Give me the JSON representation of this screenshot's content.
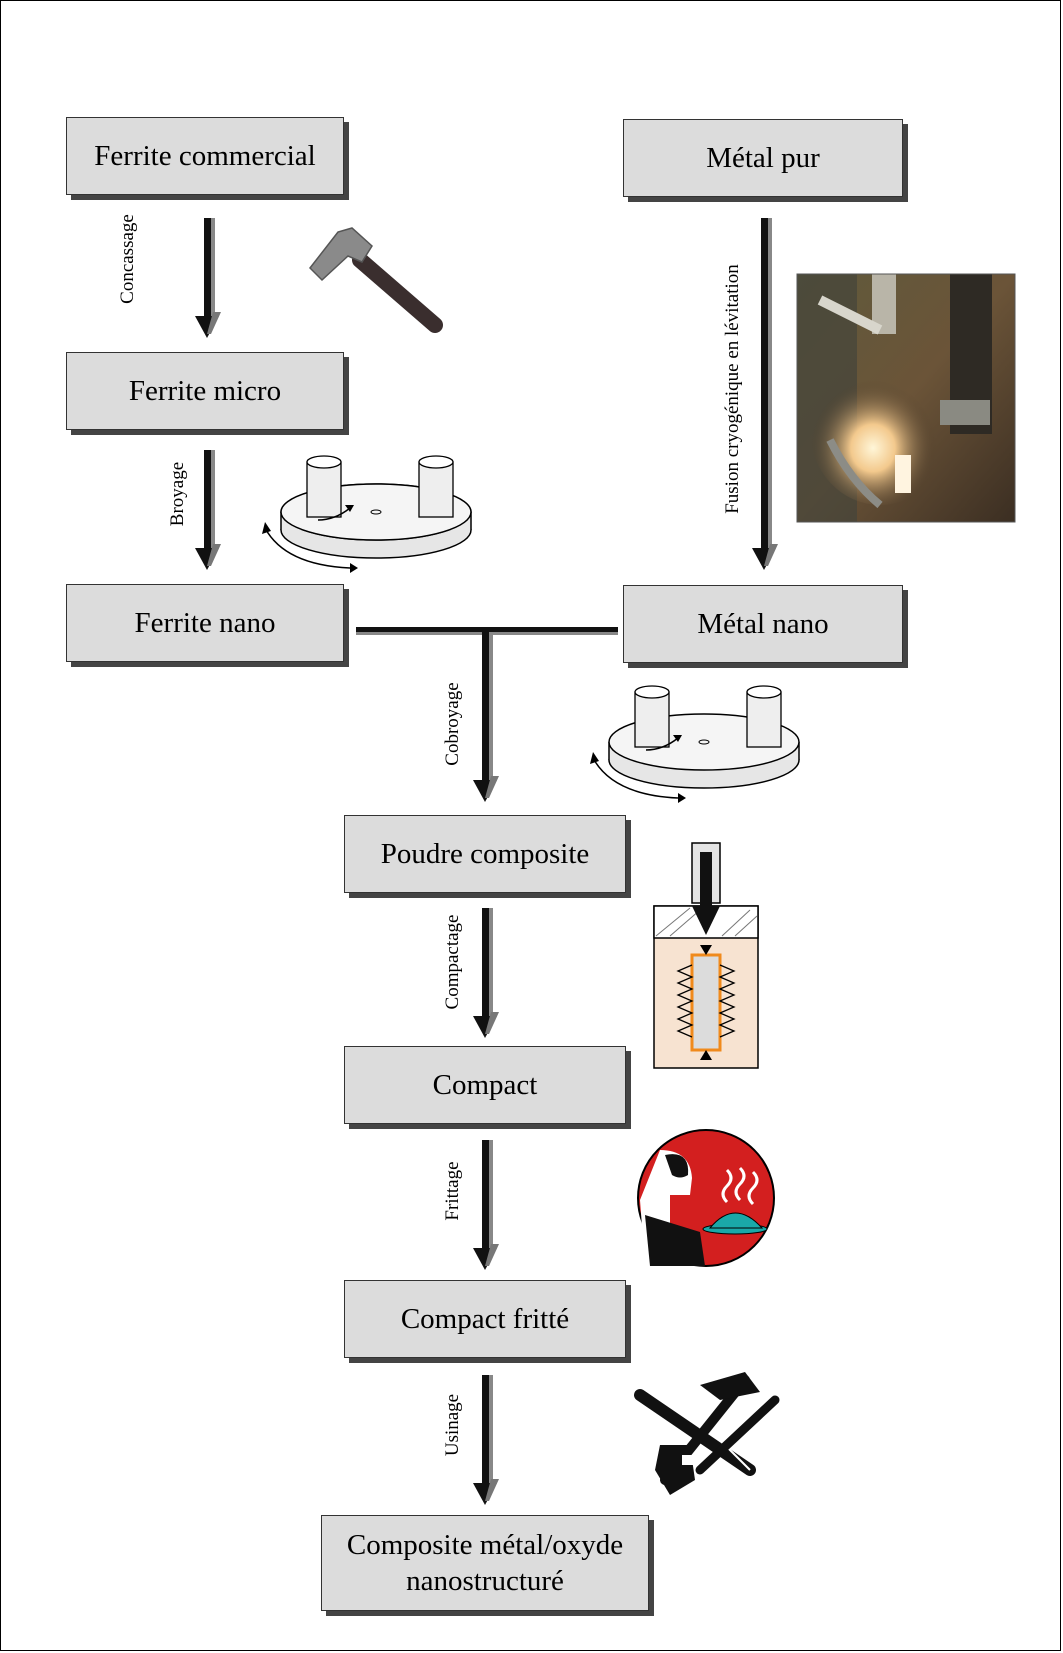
{
  "boxes": {
    "ferrite_commercial": "Ferrite commercial",
    "metal_pur": "Métal pur",
    "ferrite_micro": "Ferrite micro",
    "ferrite_nano": "Ferrite nano",
    "metal_nano": "Métal nano",
    "poudre_composite": "Poudre composite",
    "compact": "Compact",
    "compact_fritte": "Compact fritté",
    "composite_line1": "Composite métal/oxyde",
    "composite_line2": "nanostructuré"
  },
  "steps": {
    "concassage": "Concassage",
    "broyage": "Broyage",
    "fusion": "Fusion cryogénique en lévitation",
    "cobroyage": "Cobroyage",
    "compactage": "Compactage",
    "frittage": "Frittage",
    "usinage": "Usinage"
  },
  "icons": [
    "hammer-icon",
    "ball-mill-icon",
    "levitation-furnace-photo",
    "press-die-icon",
    "waiter-serving-icon",
    "tools-icon"
  ],
  "colors": {
    "box_fill": "#dcdcdc",
    "shadow": "#444444",
    "waiter_bg": "#d31f1f",
    "die_fill": "#f7e3d1",
    "accent": "#f08a1c"
  }
}
